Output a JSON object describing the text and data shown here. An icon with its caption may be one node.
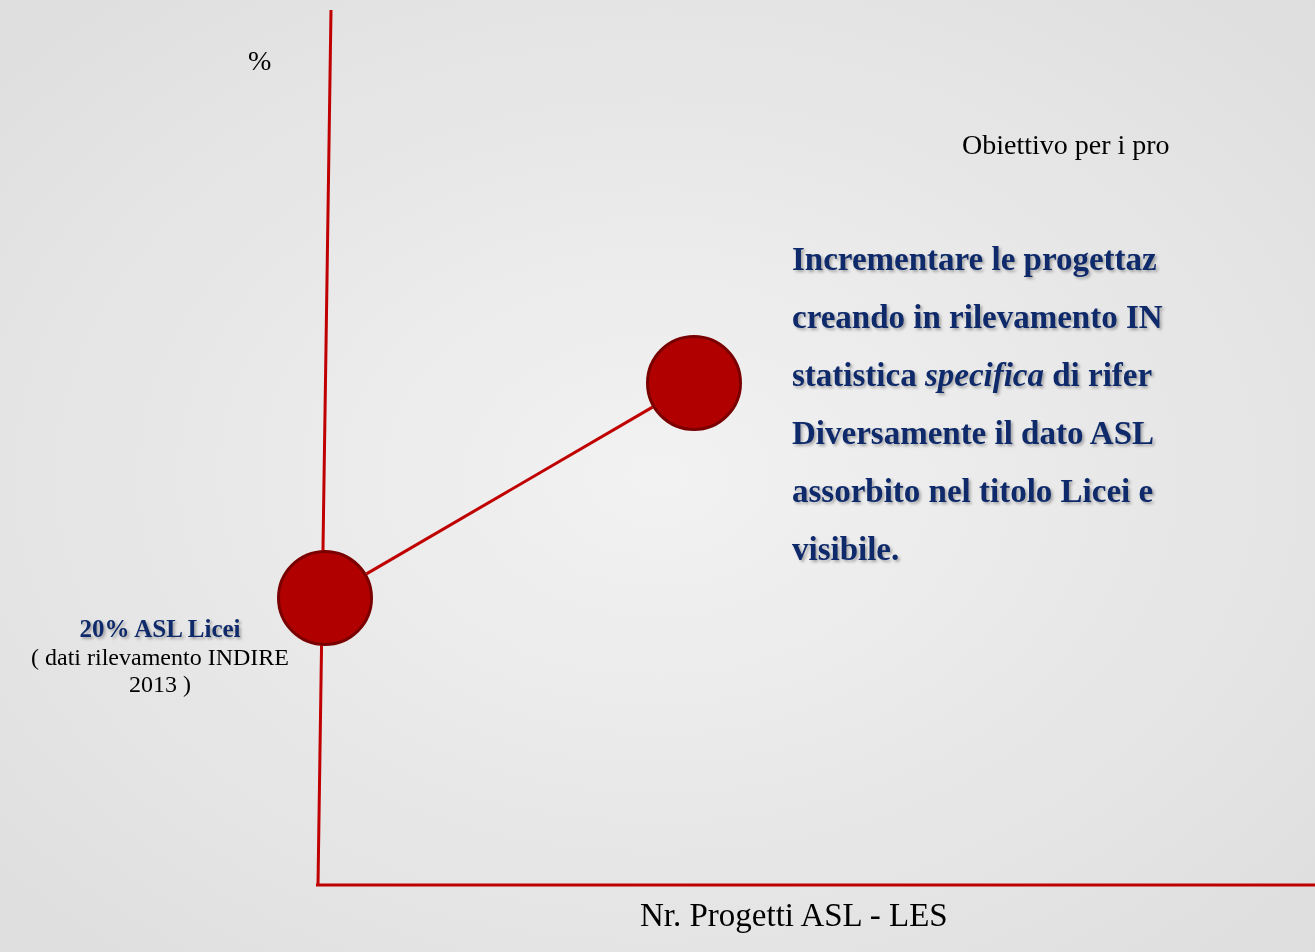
{
  "diagram": {
    "nodes": [
      {
        "text": [],
        "shape": "circle",
        "beside": [
          "20% ASL Licei",
          "( dati rilevamento INDIRE 2013 )"
        ]
      },
      {
        "text": [],
        "shape": "circle"
      }
    ],
    "edges": [
      {
        "from": 0,
        "to": 1,
        "arrow": "none"
      }
    ],
    "labels": [
      "%",
      "Obiettivo per i pro",
      "Incrementare le progettaz",
      "creando in rilevamento IN",
      "statistica *specifica* di rifer",
      "Diversamente il dato ASL",
      "assorbito nel titolo Licei e",
      "visibile.",
      "Nr. Progetti ASL - LES"
    ]
  }
}
